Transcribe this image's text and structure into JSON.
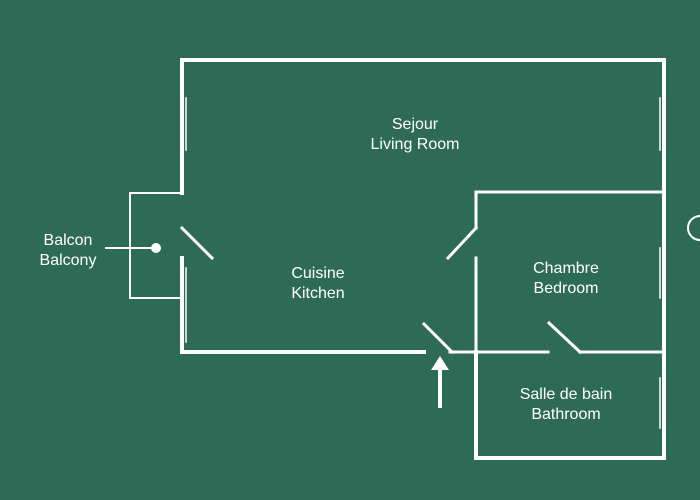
{
  "colors": {
    "background": "#2e6b56",
    "walls": "#ffffff"
  },
  "rooms": {
    "living": {
      "fr": "Sejour",
      "en": "Living Room"
    },
    "kitchen": {
      "fr": "Cuisine",
      "en": "Kitchen"
    },
    "bedroom": {
      "fr": "Chambre",
      "en": "Bedroom"
    },
    "bathroom": {
      "fr": "Salle de bain",
      "en": "Bathroom"
    },
    "balcony": {
      "fr": "Balcon",
      "en": "Balcony"
    }
  },
  "icons": {
    "entrance": "entrance-arrow-icon"
  }
}
